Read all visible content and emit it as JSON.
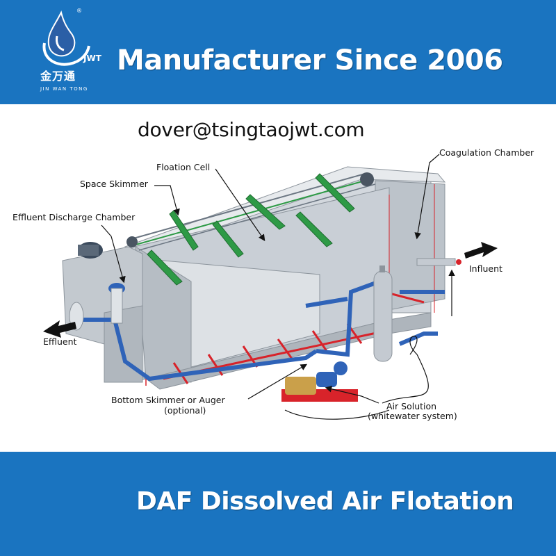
{
  "header": {
    "headline": "Manufacturer Since 2006",
    "logo_text_cn": "金万通",
    "logo_text_en": "JIN WAN TONG",
    "logo_mark": "JWT"
  },
  "contact": {
    "email": "dover@tsingtaojwt.com"
  },
  "diagram": {
    "labels": {
      "coagulation_chamber": "Coagulation Chamber",
      "floation_cell": "Floation Cell",
      "space_skimmer": "Space Skimmer",
      "effluent_discharge_chamber": "Effluent Discharge Chamber",
      "influent": "Influent",
      "effluent": "Effluent",
      "bottom_skimmer": "Bottom Skimmer or Auger",
      "bottom_skimmer_note": "(optional)",
      "air_solution": "Air Solution",
      "air_solution_note": "(whitewater system)"
    }
  },
  "footer": {
    "headline": "DAF Dissolved Air Flotation"
  },
  "colors": {
    "band_blue": "#1a74c0",
    "tank_gray": "#c9cfd6",
    "pipe_blue": "#2f63b8",
    "skimmer_green": "#2e9a46",
    "header_red": "#d8232a"
  }
}
